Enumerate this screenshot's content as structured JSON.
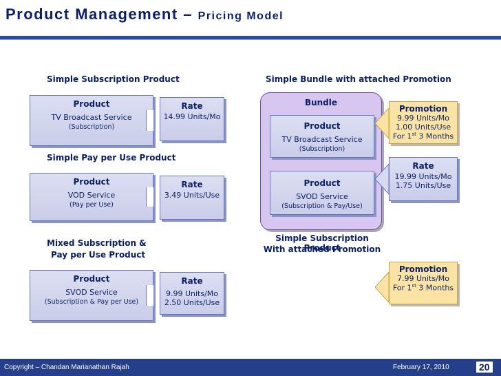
{
  "title": {
    "main": "Product Management – ",
    "sub": "Pricing Model"
  },
  "sections": {
    "simple_sub": "Simple Subscription Product",
    "simple_ppu": "Simple Pay per Use Product",
    "mixed_line1": "Mixed Subscription &",
    "mixed_line2": "Pay per Use Product",
    "bundle_title": "Simple Bundle with attached Promotion",
    "sub_promo_line1": "Simple Subscription Product",
    "sub_promo_line2": "With attached Promotion"
  },
  "products": {
    "p1": {
      "header": "Product",
      "name": "TV Broadcast Service",
      "type": "(Subscription)"
    },
    "p2": {
      "header": "Product",
      "name": "VOD Service",
      "type": "(Pay per Use)"
    },
    "p3": {
      "header": "Product",
      "name": "SVOD Service",
      "type": "(Subscription & Pay per Use)"
    },
    "b1": {
      "header": "Product",
      "name": "TV Broadcast Service",
      "type": "(Subscription)"
    },
    "b2": {
      "header": "Product",
      "name": "SVOD Service",
      "type": "(Subscription & Pay/Use)"
    }
  },
  "bundle_label": "Bundle",
  "rates": {
    "r1": {
      "header": "Rate",
      "v1": "14.99 Units/Mo"
    },
    "r2": {
      "header": "Rate",
      "v1": "3.49 Units/Use"
    },
    "r3": {
      "header": "Rate",
      "v1": "9.99 Units/Mo",
      "v2": "2.50 Units/Use"
    },
    "rb": {
      "header": "Rate",
      "v1": "19.99 Units/Mo",
      "v2": "1.75 Units/Use"
    }
  },
  "promotions": {
    "pb": {
      "header": "Promotion",
      "v1": "9.99 Units/Mo",
      "v2": "1.00 Units/Use",
      "v3a": "For 1",
      "v3sup": "st",
      "v3b": " 3 Months"
    },
    "ps": {
      "header": "Promotion",
      "v1": "7.99 Units/Mo",
      "v2a": "For 1",
      "v2sup": "st",
      "v2b": " 3 Months"
    }
  },
  "footer": {
    "copyright": "Copyright – Chandan Marianathan Rajah",
    "date": "February 17, 2010",
    "page": "20"
  }
}
